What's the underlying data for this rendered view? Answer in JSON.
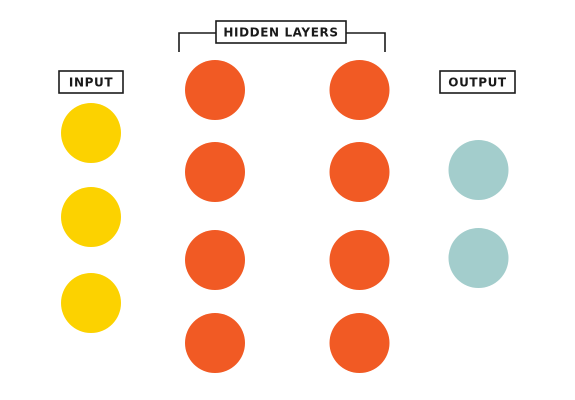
{
  "labels": {
    "input": "INPUT",
    "hidden": "HIDDEN LAYERS",
    "output": "OUTPUT"
  },
  "colors": {
    "input": "#fcd200",
    "hidden": "#f15a24",
    "output": "#a3cdcc",
    "outline": "#1a1a1a"
  },
  "layers": [
    {
      "key": "input",
      "node_count": 3
    },
    {
      "key": "hidden-1",
      "node_count": 4
    },
    {
      "key": "hidden-2",
      "node_count": 4
    },
    {
      "key": "output",
      "node_count": 2
    }
  ]
}
